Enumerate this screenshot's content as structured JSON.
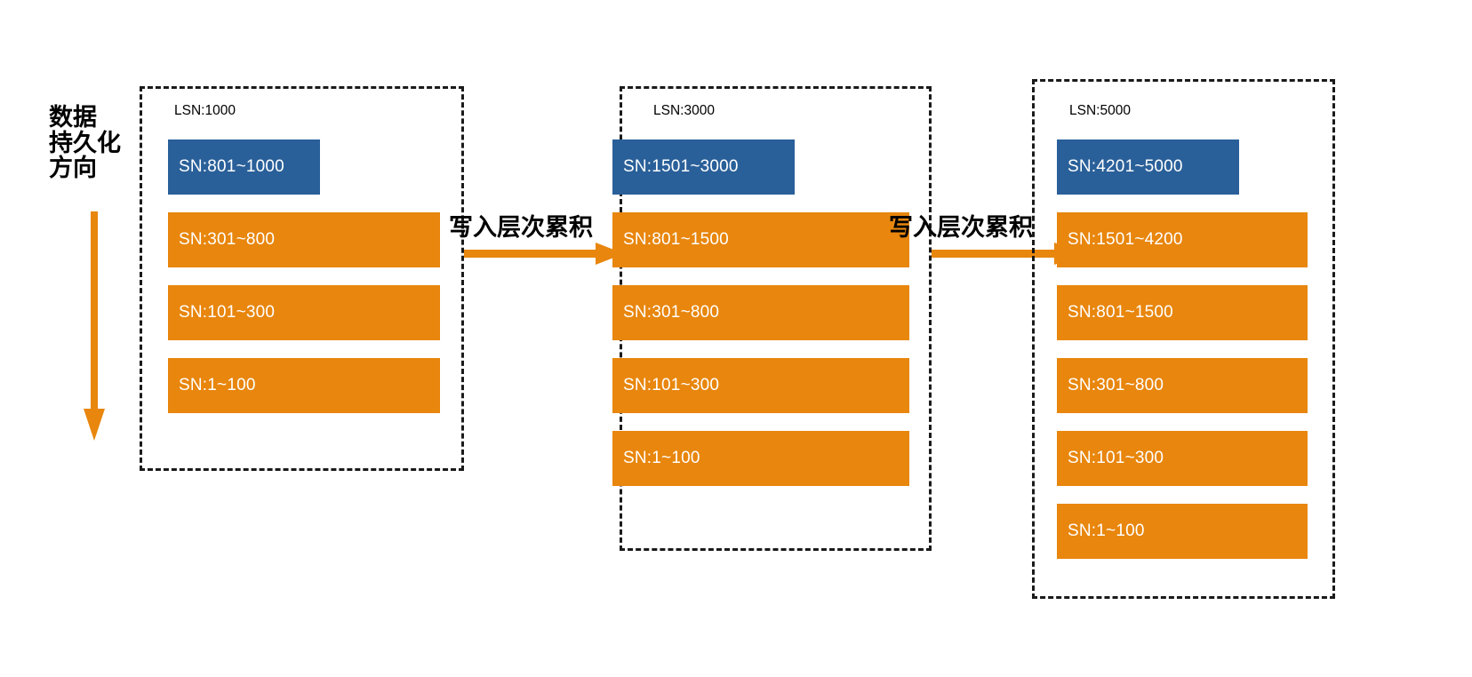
{
  "diagram": {
    "title": "LSM persistence levels",
    "colors": {
      "memtable_blue": "#2a6099",
      "sstable_orange": "#e8860d",
      "panel_border": "#1a1a1a",
      "bar_text": "#ffffff",
      "label_text": "#000000"
    },
    "direction_annotation": {
      "label": "数据\n持久化\n方向",
      "arrow_icon": "down-arrow-icon"
    },
    "flows": [
      {
        "label": "写入层次累积",
        "arrow_icon": "right-arrow-icon"
      },
      {
        "label": "写入层次累积",
        "arrow_icon": "right-arrow-icon"
      }
    ],
    "panels": [
      {
        "lsn_label": "LSN:1000",
        "bars": [
          {
            "label": "SN:801~1000",
            "kind": "mem"
          },
          {
            "label": "SN:301~800",
            "kind": "disk"
          },
          {
            "label": "SN:101~300",
            "kind": "disk"
          },
          {
            "label": "SN:1~100",
            "kind": "disk"
          }
        ]
      },
      {
        "lsn_label": "LSN:3000",
        "bars": [
          {
            "label": "SN:1501~3000",
            "kind": "mem"
          },
          {
            "label": "SN:801~1500",
            "kind": "disk"
          },
          {
            "label": "SN:301~800",
            "kind": "disk"
          },
          {
            "label": "SN:101~300",
            "kind": "disk"
          },
          {
            "label": "SN:1~100",
            "kind": "disk"
          }
        ]
      },
      {
        "lsn_label": "LSN:5000",
        "bars": [
          {
            "label": "SN:4201~5000",
            "kind": "mem"
          },
          {
            "label": "SN:1501~4200",
            "kind": "disk"
          },
          {
            "label": "SN:801~1500",
            "kind": "disk"
          },
          {
            "label": "SN:301~800",
            "kind": "disk"
          },
          {
            "label": "SN:101~300",
            "kind": "disk"
          },
          {
            "label": "SN:1~100",
            "kind": "disk"
          }
        ]
      }
    ]
  }
}
